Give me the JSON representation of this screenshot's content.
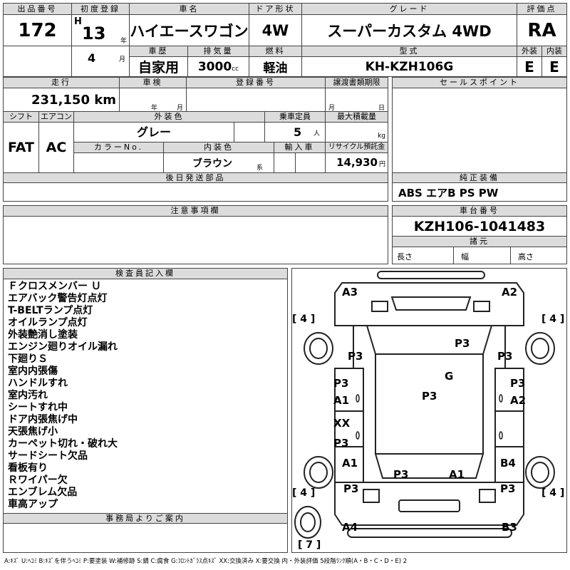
{
  "header": {
    "lot_label": "出品番号",
    "lot": "172",
    "reg_label": "初度登録",
    "era": "H",
    "year": "13",
    "year_unit": "年",
    "month": "4",
    "month_unit": "月",
    "name_label": "車名",
    "name": "ハイエースワゴン",
    "door_label": "ドア形状",
    "door": "4W",
    "grade_label": "グレード",
    "grade": "スーパーカスタム 4WD",
    "score_label": "評価点",
    "score": "RA",
    "history_label": "車歴",
    "history": "自家用",
    "cc_label": "排気量",
    "cc": "3000",
    "cc_unit": "cc",
    "fuel_label": "燃料",
    "fuel": "軽油",
    "model_label": "型式",
    "model": "KH-KZH106G",
    "ext_label": "外装",
    "ext": "E",
    "int_label": "内装",
    "int": "E"
  },
  "row2": {
    "mileage_label": "走行",
    "mileage": "231,150",
    "mileage_unit": "km",
    "inspection_label": "車検",
    "year_unit": "年",
    "month_unit": "月",
    "regno_label": "登録番号",
    "transfer_label": "譲渡書類期限",
    "tr_month": "月",
    "tr_day": "日",
    "shift_label": "シフト",
    "shift": "FAT",
    "ac_label": "エアコン",
    "ac": "AC",
    "color_label": "外装色",
    "color": "グレー",
    "cap_label": "乗車定員",
    "cap": "5",
    "cap_unit": "人",
    "load_label": "最大積載量",
    "load_unit": "kg",
    "colorno_label": "カラーNo.",
    "intcolor_label": "内装色",
    "intcolor": "ブラウン",
    "intcolor_unit": "系",
    "import_label": "輸入車",
    "recycle_label": "リサイクル預託金",
    "recycle": "14,930",
    "recycle_unit": "円",
    "later_label": "後日発送部品"
  },
  "right": {
    "sales_label": "セールスポイント",
    "equip_label": "純正装備",
    "equip": "ABS エアB PS PW",
    "chassis_label": "車台番号",
    "chassis": "KZH106-1041483",
    "spec_label": "諸元",
    "len_label": "長さ",
    "wid_label": "幅",
    "hei_label": "高さ"
  },
  "caution_label": "注意事項欄",
  "inspector_label": "検査員記入欄",
  "notes": [
    "Ｆクロスメンバー Ｕ",
    "エアバック警告灯点灯",
    "T-BELTランプ点灯",
    "オイルランプ点灯",
    "外装艶消し塗装",
    "エンジン廻りオイル漏れ",
    "下廻りＳ",
    "室内内張傷",
    "ハンドルすれ",
    "室内汚れ",
    "シートすれ中",
    "ドア内張焦げ中",
    "天張焦げ小",
    "カーペット切れ・破れ大",
    "サードシート欠品",
    "看板有り",
    "Ｒワイパー欠",
    "エンブレム欠品",
    "車高アップ"
  ],
  "office_label": "事務局よりご案内",
  "diagram": {
    "labels": {
      "a3": "A3",
      "a2": "A2",
      "p3_hood": "P3",
      "p3_fl": "P3",
      "p3_fr": "P3",
      "p3_l1": "P3",
      "a1_l1": "A1",
      "g": "G",
      "p3_roof": "P3",
      "p3_r1": "P3",
      "a2_r1": "A2",
      "xx": "XX",
      "p3_l2": "P3",
      "a1_rl": "A1",
      "b4": "B4",
      "p3_tail1": "P3",
      "a1_tail": "A1",
      "p3_rl": "P3",
      "p3_rr": "P3",
      "a4": "A4",
      "b3": "B3"
    },
    "tires": {
      "fl": "4",
      "fr": "4",
      "rl": "4",
      "rr": "4",
      "spare": "7"
    }
  },
  "legend": "A:ｷｽﾞ U:ﾍｺﾐ B:ｷｽﾞを伴うﾍｺﾐ P:要塗装 W:補修跡 S:錆 C:腐食 G:ﾌﾛﾝﾄｶﾞﾗｽ点ｷｽﾞ XX:交換済み X:要交換 内・外装評価 5段階ﾗﾝｸ順(A・B・C・D・E) 2"
}
